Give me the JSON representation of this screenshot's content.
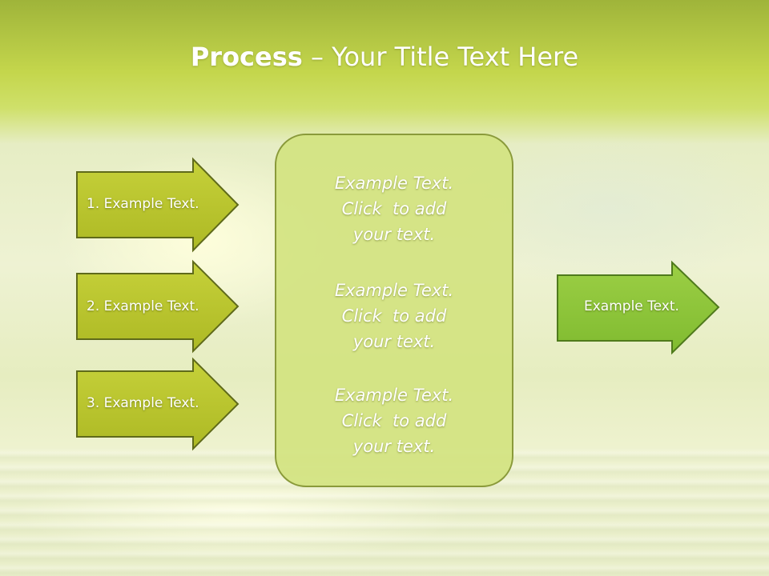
{
  "title": {
    "bold": "Process",
    "rest": " – Your Title Text Here"
  },
  "input_arrows": [
    {
      "label": "1. Example Text."
    },
    {
      "label": "2. Example Text."
    },
    {
      "label": "3. Example Text."
    }
  ],
  "center_box": {
    "blocks": [
      {
        "line1": "Example Text.",
        "line2": "Click  to add",
        "line3": "your text."
      },
      {
        "line1": "Example Text.",
        "line2": "Click  to add",
        "line3": "your text."
      },
      {
        "line1": "Example Text.",
        "line2": "Click  to add",
        "line3": "your text."
      }
    ]
  },
  "output_arrow": {
    "label": "Example Text."
  },
  "colors": {
    "input_arrow_fill": "#b8c42a",
    "input_arrow_stroke": "#5f6a1a",
    "center_fill": "#d4e47e",
    "center_stroke": "#8a9a3a",
    "output_arrow_fill": "#8cc63a",
    "output_arrow_stroke": "#4f7a1c"
  }
}
